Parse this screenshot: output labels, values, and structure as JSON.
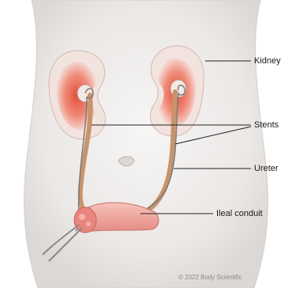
{
  "labels": {
    "kidney": "Kidney",
    "stents": "Stents",
    "ureter": "Ureter",
    "ileal_conduit": "Ileal conduit"
  },
  "credit": "© 2022 Body Scientific",
  "colors": {
    "background": "#ffffff",
    "skin": "#ece9e7",
    "kidney": "#f0dcd6",
    "kidney_inner": "#e36a55",
    "ureter": "#c9956e",
    "conduit": "#f2a7a0",
    "leader_line": "#222222"
  }
}
